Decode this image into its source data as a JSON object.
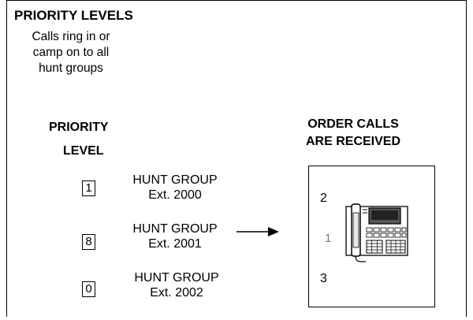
{
  "title": "PRIORITY LEVELS",
  "description": [
    "Calls ring in or",
    "camp on to all",
    "hunt groups"
  ],
  "priority_header": [
    "PRIORITY",
    "LEVEL"
  ],
  "order_header": [
    "ORDER CALLS",
    "ARE RECEIVED"
  ],
  "hunt_groups": [
    {
      "priority": "1",
      "name": "HUNT GROUP",
      "ext": "Ext. 2000"
    },
    {
      "priority": "8",
      "name": "HUNT GROUP",
      "ext": "Ext. 2001"
    },
    {
      "priority": "0",
      "name": "HUNT GROUP",
      "ext": "Ext. 2002"
    }
  ],
  "order": [
    "2",
    "1",
    "3"
  ],
  "icons": {
    "arrow": "right-arrow-icon",
    "phone": "telephone-icon"
  }
}
